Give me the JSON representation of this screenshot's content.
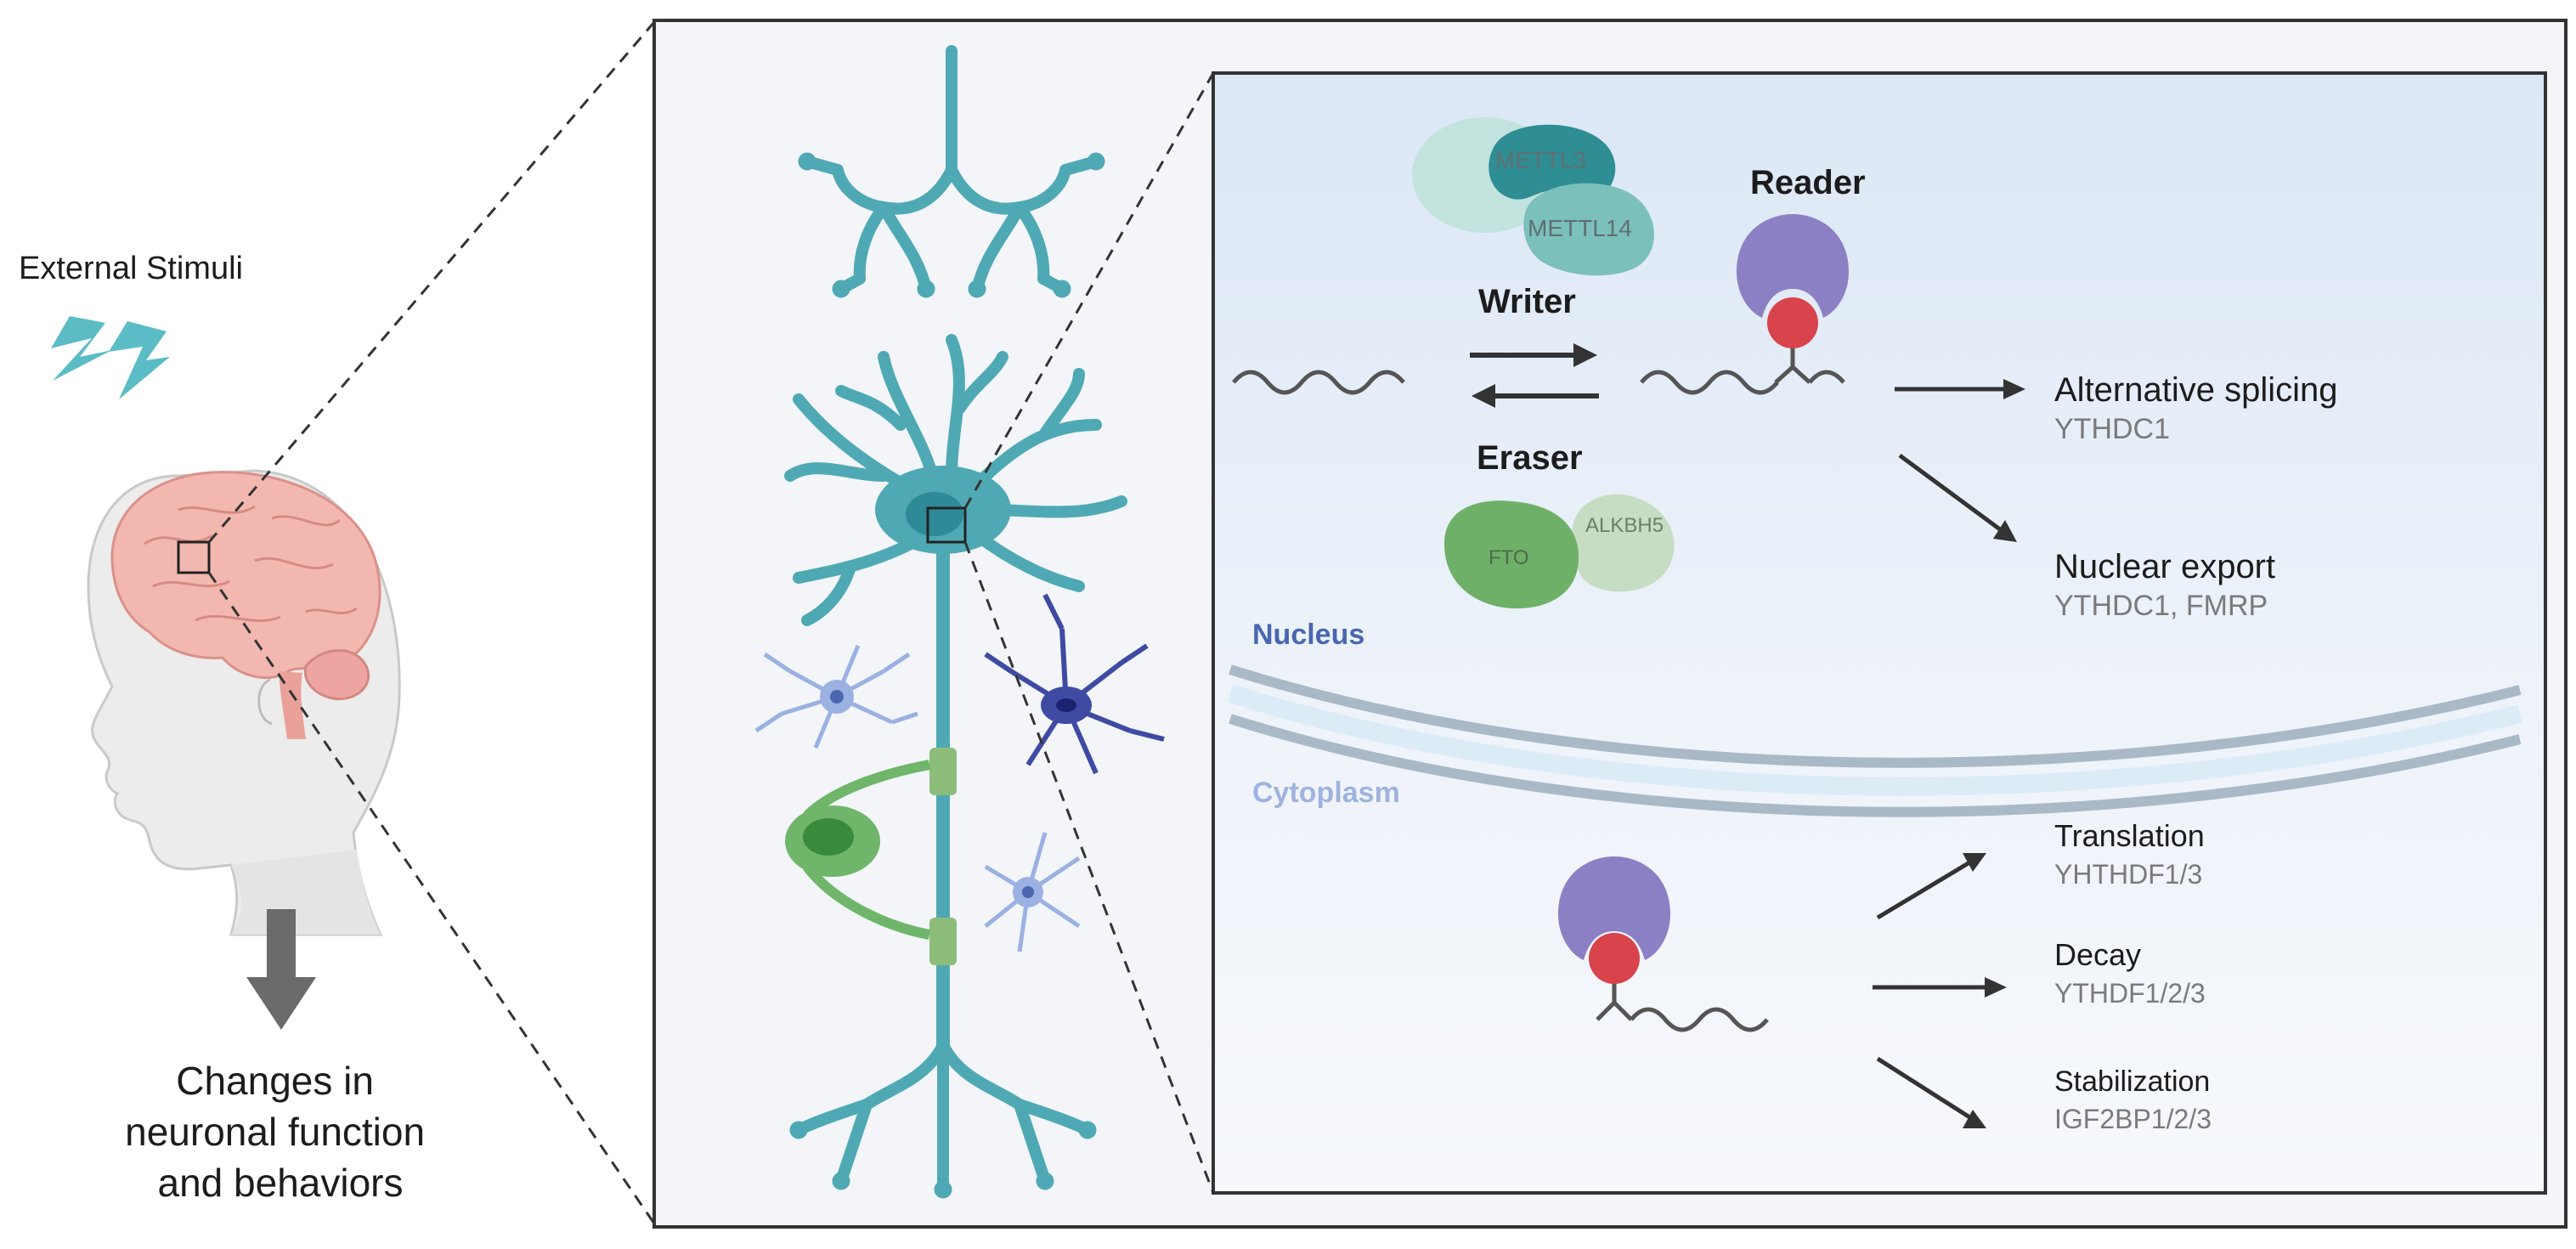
{
  "left_panel": {
    "stimuli_label": "External Stimuli",
    "outcome_lines": [
      "Changes in",
      "neuronal function",
      "and behaviors"
    ]
  },
  "nucleus": {
    "region_label": "Nucleus",
    "writer_label": "Writer",
    "eraser_label": "Eraser",
    "reader_label": "Reader",
    "writer_proteins": [
      "METTL3",
      "METTL14"
    ],
    "eraser_proteins": [
      "FTO",
      "ALKBH5"
    ],
    "outcomes": [
      {
        "title": "Alternative splicing",
        "readers": "YTHDC1"
      },
      {
        "title": "Nuclear export",
        "readers": "YTHDC1, FMRP"
      }
    ]
  },
  "cytoplasm": {
    "region_label": "Cytoplasm",
    "outcomes": [
      {
        "title": "Translation",
        "readers": "YHTHDF1/3"
      },
      {
        "title": "Decay",
        "readers": "YTHDF1/2/3"
      },
      {
        "title": "Stabilization",
        "readers": "IGF2BP1/2/3"
      }
    ]
  },
  "colors": {
    "neuron": "#4fa9b4",
    "reader_cap": "#8c80c4",
    "m6a_mark": "#d8434c",
    "nucleus_label": "#4a66b0",
    "cytoplasm_label": "#9fb3df",
    "membrane": "#a9bac6",
    "mettl3": "#2f8d94",
    "mettl14": "#7cc0bb",
    "fto": "#6fb069",
    "alkbh5": "#c6dcc3",
    "oligodendrocyte": "#6fb56a",
    "astrocyte_dark": "#3f4aa3",
    "astrocyte_light": "#9bb1e2"
  }
}
